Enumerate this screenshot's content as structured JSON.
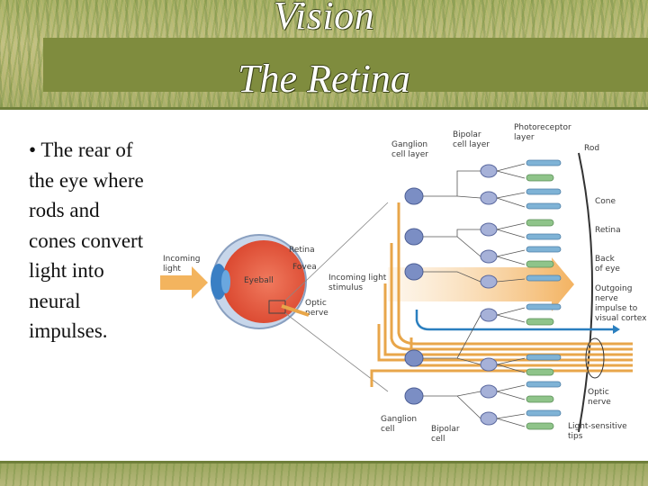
{
  "slide": {
    "title_line1": "Vision",
    "title_line2": "The Retina",
    "bullet_text": "• The rear of the eye where rods and cones convert light into neural impulses."
  },
  "figure": {
    "labels": {
      "incoming_light": [
        "Incoming",
        "light"
      ],
      "eyeball": "Eyeball",
      "retina_small": "Retina",
      "fovea": "Fovea",
      "optic_nerve_small": [
        "Optic",
        "nerve"
      ],
      "incoming_light_stimulus": [
        "Incoming light",
        "stimulus"
      ],
      "ganglion_cell_layer": [
        "Ganglion",
        "cell layer"
      ],
      "bipolar_cell_layer": [
        "Bipolar",
        "cell layer"
      ],
      "photoreceptor_layer": [
        "Photoreceptor",
        "layer"
      ],
      "rod": "Rod",
      "cone": "Cone",
      "retina": "Retina",
      "back_of_eye": [
        "Back",
        "of eye"
      ],
      "outgoing_nerve": [
        "Outgoing",
        "nerve",
        "impulse to",
        "visual cortex"
      ],
      "optic_nerve": [
        "Optic",
        "nerve"
      ],
      "ganglion_cell": [
        "Ganglion",
        "cell"
      ],
      "bipolar_cell": [
        "Bipolar",
        "cell"
      ],
      "light_sensitive_tips": [
        "Light-sensitive",
        "tips"
      ]
    },
    "colors": {
      "ganglion": "#7b8ec4",
      "rod": "#7fb3d6",
      "cone": "#8fc48a",
      "nerve": "#e8a64a",
      "impulse": "#2a7fbf",
      "eyeball": "#e8573f"
    }
  }
}
